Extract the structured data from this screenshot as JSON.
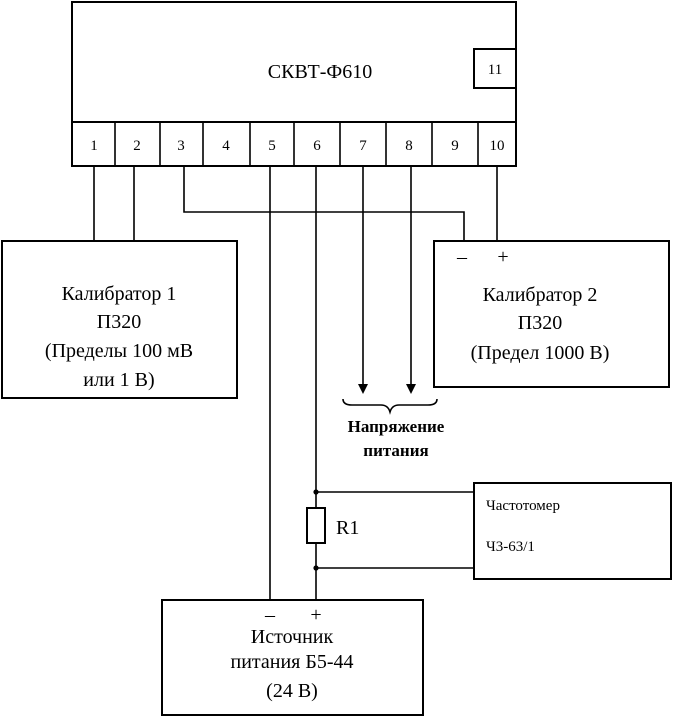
{
  "device": {
    "title": "СКВТ-Ф610",
    "terminal_11": "11",
    "terminals": [
      "1",
      "2",
      "3",
      "4",
      "5",
      "6",
      "7",
      "8",
      "9",
      "10"
    ]
  },
  "calibrator1": {
    "line1": "Калибратор 1",
    "line2": "П320",
    "line3": "(Пределы 100 мВ",
    "line4": "или 1 В)"
  },
  "calibrator2": {
    "minus": "–",
    "plus": "+",
    "line1": "Калибратор 2",
    "line2": "П320",
    "line3": "(Предел 1000 В)"
  },
  "supply_label": {
    "line1": "Напряжение",
    "line2": "питания"
  },
  "resistor": {
    "label": "R1"
  },
  "frequency_meter": {
    "line1": "Частотомер",
    "line2": "Ч3-63/1"
  },
  "power_source": {
    "minus": "–",
    "plus": "+",
    "line1": "Источник",
    "line2": "питания Б5-44",
    "line3": "(24 В)"
  }
}
